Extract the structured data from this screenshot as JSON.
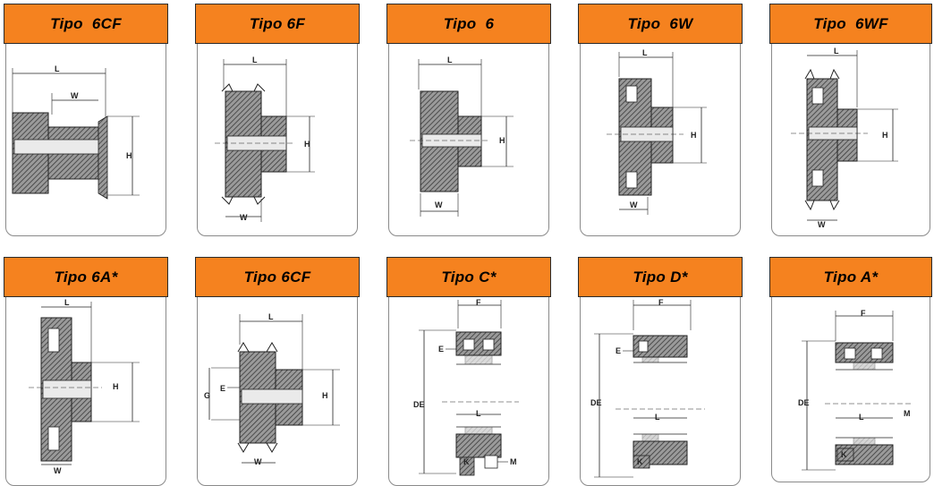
{
  "colors": {
    "header": "#f5821f",
    "hatch": "#555555",
    "line": "#222222"
  },
  "cards": [
    {
      "title": "Tipo  6CF",
      "dims": {
        "L": "L",
        "W": "W",
        "H": "H"
      }
    },
    {
      "title": "Tipo 6F",
      "dims": {
        "L": "L",
        "W": "W",
        "H": "H"
      }
    },
    {
      "title": "Tipo  6",
      "dims": {
        "L": "L",
        "W": "W",
        "H": "H"
      }
    },
    {
      "title": "Tipo  6W",
      "dims": {
        "L": "L",
        "W": "W",
        "H": "H"
      }
    },
    {
      "title": "Tipo  6WF",
      "dims": {
        "L": "L",
        "W": "W",
        "H": "H"
      }
    },
    {
      "title": "Tipo 6A*",
      "dims": {
        "L": "L",
        "W": "W",
        "H": "H"
      }
    },
    {
      "title": "Tipo 6CF",
      "dims": {
        "L": "L",
        "W": "W",
        "H": "H",
        "G": "G",
        "E": "E"
      }
    },
    {
      "title": "Tipo C*",
      "dims": {
        "F": "F",
        "E": "E",
        "DE": "DE",
        "L": "L",
        "K": "K",
        "M": "M"
      }
    },
    {
      "title": "Tipo D*",
      "dims": {
        "F": "F",
        "E": "E",
        "DE": "DE",
        "L": "L",
        "K": "K"
      }
    },
    {
      "title": "Tipo A*",
      "dims": {
        "F": "F",
        "DE": "DE",
        "L": "L",
        "K": "K",
        "M": "M"
      }
    }
  ]
}
